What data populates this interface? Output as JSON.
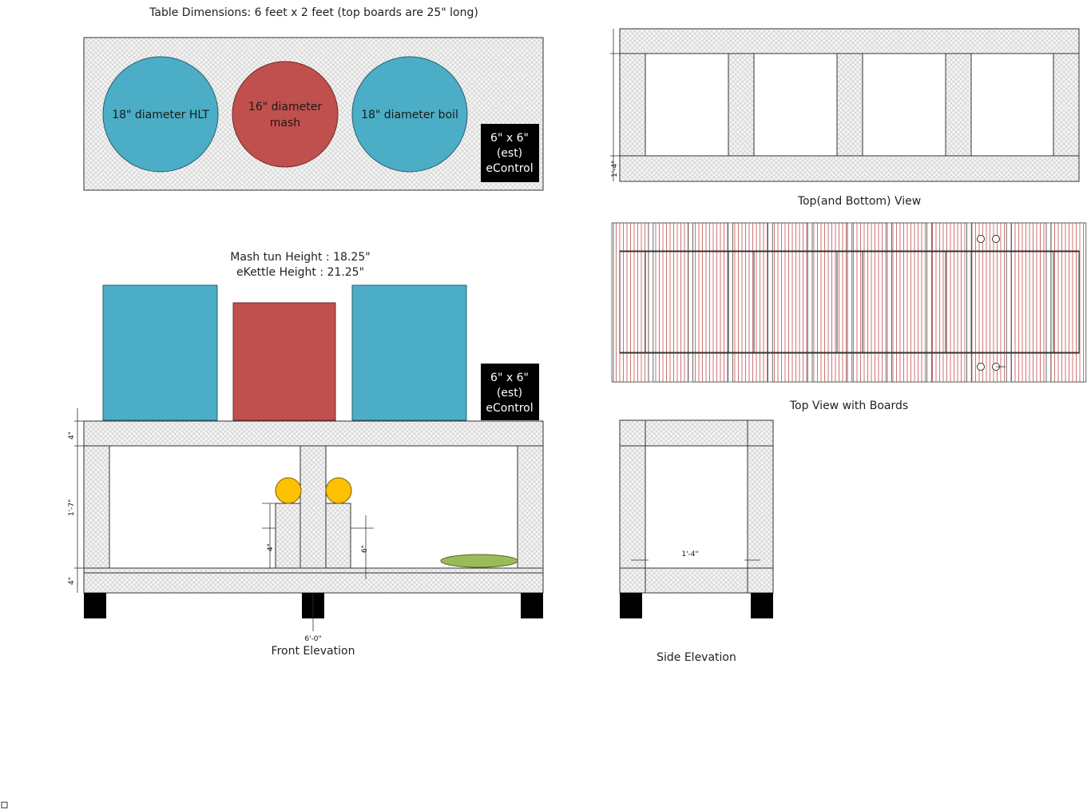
{
  "labels": {
    "table_dimensions": "Table Dimensions: 6 feet x 2 feet (top boards are 25\" long)",
    "mash_tun_height": "Mash tun Height : 18.25\"",
    "ekettle_height": "eKettle Height : 21.25\"",
    "top_bottom_view": "Top(and Bottom) View",
    "top_view_boards": "Top View with Boards",
    "front_elevation": "Front Elevation",
    "side_elevation": "Side Elevation"
  },
  "vessels": {
    "hlt": "18\" diameter HLT",
    "mash_line1": "16\" diameter",
    "mash_line2": "mash",
    "boil": "18\" diameter boil"
  },
  "econtrol": {
    "line1": "6\" x 6\"",
    "line2": "(est)",
    "line3": "eControl"
  },
  "dimensions": {
    "front_top_thickness": "4\"",
    "front_leg_height": "1'-7\"",
    "front_bottom_thickness": "4\"",
    "front_block_left": "4\"",
    "front_block_right": "6\"",
    "front_width": "6'-0\"",
    "top_view_side": "1'-4\"",
    "side_inner_width": "1'-4\""
  },
  "colors": {
    "blue_vessel": "#4badc6",
    "red_vessel": "#c0504d",
    "econtrol": "#000000",
    "yellow_ball": "#ffc000",
    "green_disc": "#9bbb59",
    "board_red": "#c0504d"
  }
}
